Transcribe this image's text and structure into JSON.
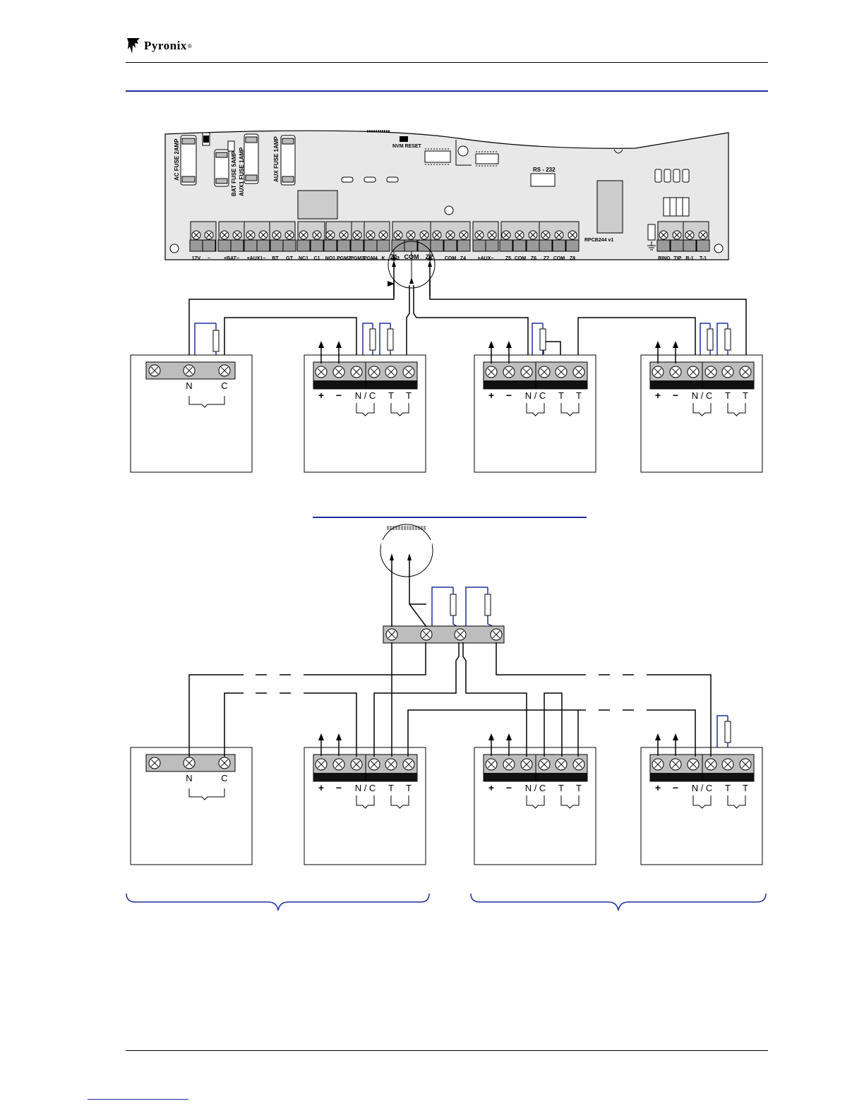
{
  "header": {
    "brand": "Pyronix",
    "reg_mark": "®"
  },
  "board": {
    "fuses": [
      "AC FUSE 2AMP",
      "BAT FUSE 5AMP",
      "AUX1 FUSE 1AMP",
      "AUX FUSE 1AMP"
    ],
    "nvm_reset": "NVM RESET",
    "rs232": "RS - 232",
    "model": "RPCB244  v1",
    "terminals": [
      {
        "label": "17V"
      },
      {
        "label": "~"
      },
      {
        "label": "+BAT−"
      },
      {
        "label": "+AUX1−"
      },
      {
        "label": "BT"
      },
      {
        "label": "GT"
      },
      {
        "label": "NC1"
      },
      {
        "label": "C1"
      },
      {
        "label": "NO1"
      },
      {
        "label": "PGM2"
      },
      {
        "label": "PGM3"
      },
      {
        "label": "PGM4"
      },
      {
        "label": "K"
      },
      {
        "label": "3"
      },
      {
        "label": "COM"
      },
      {
        "label": "Z4"
      },
      {
        "label": "+AUX−"
      },
      {
        "label": "Z5"
      },
      {
        "label": "COM"
      },
      {
        "label": "Z6"
      },
      {
        "label": "Z7"
      },
      {
        "label": "COM"
      },
      {
        "label": "Z8"
      },
      {
        "label": "RING"
      },
      {
        "label": "TIP"
      },
      {
        "label": "R-1"
      },
      {
        "label": "T-1"
      }
    ]
  },
  "zoom": {
    "z1": "Z1",
    "com": "COM",
    "z2": "Z2"
  },
  "device": {
    "n": "N",
    "c": "C",
    "plus": "+",
    "minus": "−",
    "nc": "N / C",
    "t": "T"
  },
  "colors": {
    "accent_blue": "#1f2f9e",
    "board_gray": "#e6e6e6",
    "terminal_gray": "#bdbdbd",
    "line_black": "#000000"
  }
}
